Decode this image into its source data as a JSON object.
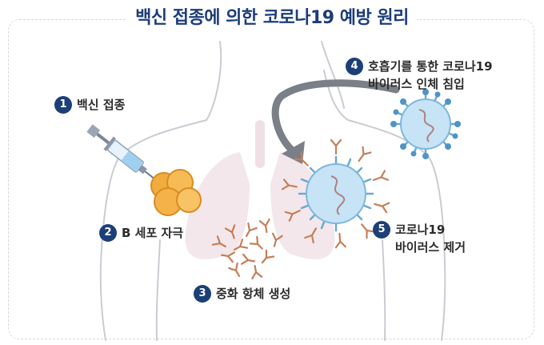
{
  "title": "백신 접종에 의한 코로나19 예방 원리",
  "steps": [
    {
      "num": "1",
      "line1": "백신 접종"
    },
    {
      "num": "2",
      "line1": "B 세포 자극"
    },
    {
      "num": "3",
      "line1": "중화 항체 생성"
    },
    {
      "num": "4",
      "line1": "호흡기를 통한 코로나19",
      "line2": "바이러스 인체 침입"
    },
    {
      "num": "5",
      "line1": "코로나19",
      "line2": "바이러스 제거"
    }
  ],
  "colors": {
    "title": "#1c3d7a",
    "badge": "#1d3f77",
    "virus": "#a9d3f0",
    "spike": "#d98b5a",
    "bcell": "#f0a93a",
    "antibody": "#c07a55",
    "lung": "#f2e6ea"
  }
}
